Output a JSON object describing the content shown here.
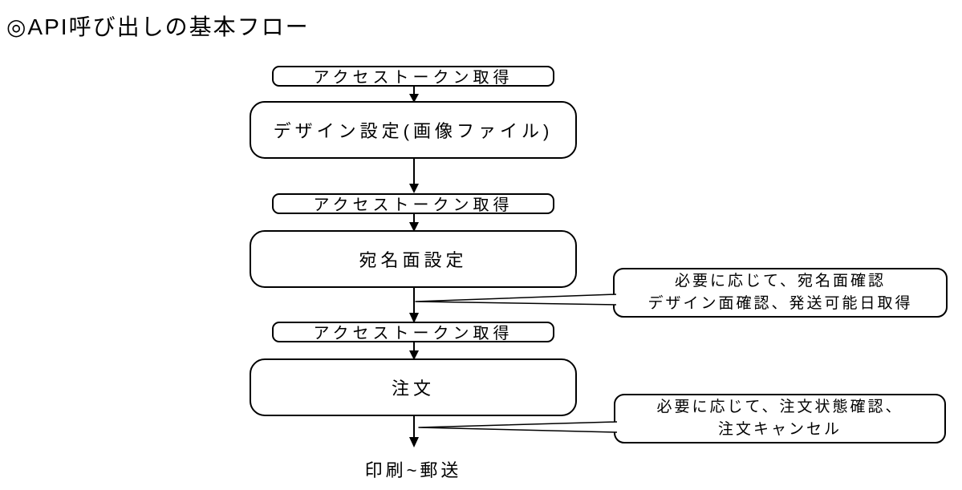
{
  "title": "◎API呼び出しの基本フロー",
  "flow": {
    "nodes": [
      {
        "id": "access-token-1",
        "label": "アクセストークン取得",
        "shape": "small-rounded-rect"
      },
      {
        "id": "design-setting",
        "label": "デザイン設定(画像ファイル)",
        "shape": "large-rounded-rect"
      },
      {
        "id": "access-token-2",
        "label": "アクセストークン取得",
        "shape": "small-rounded-rect"
      },
      {
        "id": "address-setting",
        "label": "宛名面設定",
        "shape": "large-rounded-rect"
      },
      {
        "id": "access-token-3",
        "label": "アクセストークン取得",
        "shape": "small-rounded-rect"
      },
      {
        "id": "order",
        "label": "注文",
        "shape": "large-rounded-rect"
      },
      {
        "id": "print-mail",
        "label": "印刷~郵送",
        "shape": "plain-text"
      }
    ],
    "callouts": [
      {
        "id": "callout-address-check",
        "line1": "必要に応じて、宛名面確認",
        "line2": "デザイン面確認、発送可能日取得"
      },
      {
        "id": "callout-order-status",
        "line1": "必要に応じて、注文状態確認、",
        "line2": "注文キャンセル"
      }
    ]
  },
  "colors": {
    "stroke": "#000000",
    "fill": "#ffffff",
    "text": "#000000"
  }
}
